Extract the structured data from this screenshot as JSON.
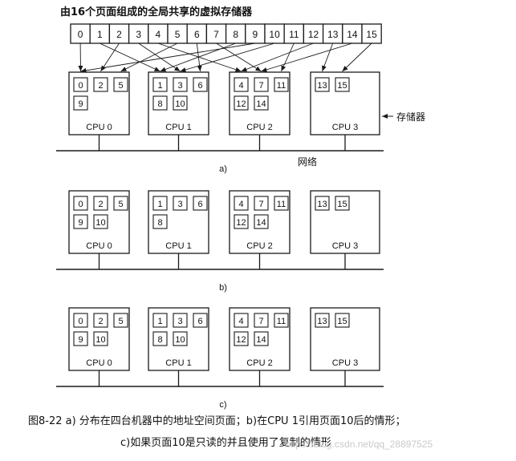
{
  "title": "由16个页面组成的全局共享的虚拟存储器",
  "memory_pages": [
    "0",
    "1",
    "2",
    "3",
    "4",
    "5",
    "6",
    "7",
    "8",
    "9",
    "10",
    "11",
    "12",
    "13",
    "14",
    "15"
  ],
  "label_memory": "存储器",
  "label_network": "网络",
  "cpu_labels": [
    "CPU 0",
    "CPU 1",
    "CPU 2",
    "CPU 3"
  ],
  "panels": [
    {
      "sub_label": "a)",
      "cpus": [
        {
          "pages": [
            [
              "0",
              "2",
              "5"
            ],
            [
              "9"
            ]
          ]
        },
        {
          "pages": [
            [
              "1",
              "3",
              "6"
            ],
            [
              "8",
              "10"
            ]
          ]
        },
        {
          "pages": [
            [
              "4",
              "7",
              "11"
            ],
            [
              "12",
              "14"
            ]
          ]
        },
        {
          "pages": [
            [
              "13",
              "15"
            ]
          ]
        }
      ]
    },
    {
      "sub_label": "b)",
      "cpus": [
        {
          "pages": [
            [
              "0",
              "2",
              "5"
            ],
            [
              "9",
              "10"
            ]
          ]
        },
        {
          "pages": [
            [
              "1",
              "3",
              "6"
            ],
            [
              "8"
            ]
          ]
        },
        {
          "pages": [
            [
              "4",
              "7",
              "11"
            ],
            [
              "12",
              "14"
            ]
          ]
        },
        {
          "pages": [
            [
              "13",
              "15"
            ]
          ]
        }
      ]
    },
    {
      "sub_label": "c)",
      "cpus": [
        {
          "pages": [
            [
              "0",
              "2",
              "5"
            ],
            [
              "9",
              "10"
            ]
          ]
        },
        {
          "pages": [
            [
              "1",
              "3",
              "6"
            ],
            [
              "8",
              "10"
            ]
          ]
        },
        {
          "pages": [
            [
              "4",
              "7",
              "11"
            ],
            [
              "12",
              "14"
            ]
          ]
        },
        {
          "pages": [
            [
              "13",
              "15"
            ]
          ]
        }
      ]
    }
  ],
  "caption": {
    "line1": "图8-22  a) 分布在四台机器中的地址空间页面；b)在CPU 1引用页面10后的情形；",
    "line2": "c)如果页面10是只读的并且使用了复制的情形"
  },
  "watermark": "https://blog.csdn.net/qq_28897525"
}
